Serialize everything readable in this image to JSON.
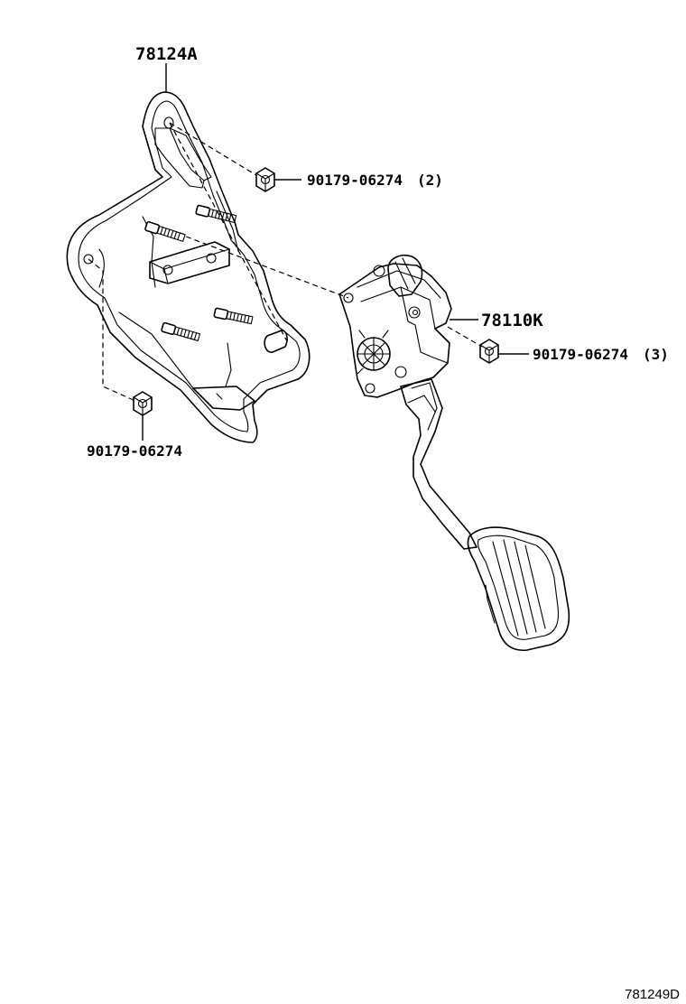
{
  "diagram": {
    "labels": {
      "bracket": "78124A",
      "pedal_assembly": "78110K",
      "nut_bracket_upper": "90179-06274",
      "nut_bracket_upper_qty": "(2)",
      "nut_pedal": "90179-06274",
      "nut_pedal_qty": "(3)",
      "nut_bracket_lower": "90179-06274"
    },
    "figure_id": "781249D"
  }
}
